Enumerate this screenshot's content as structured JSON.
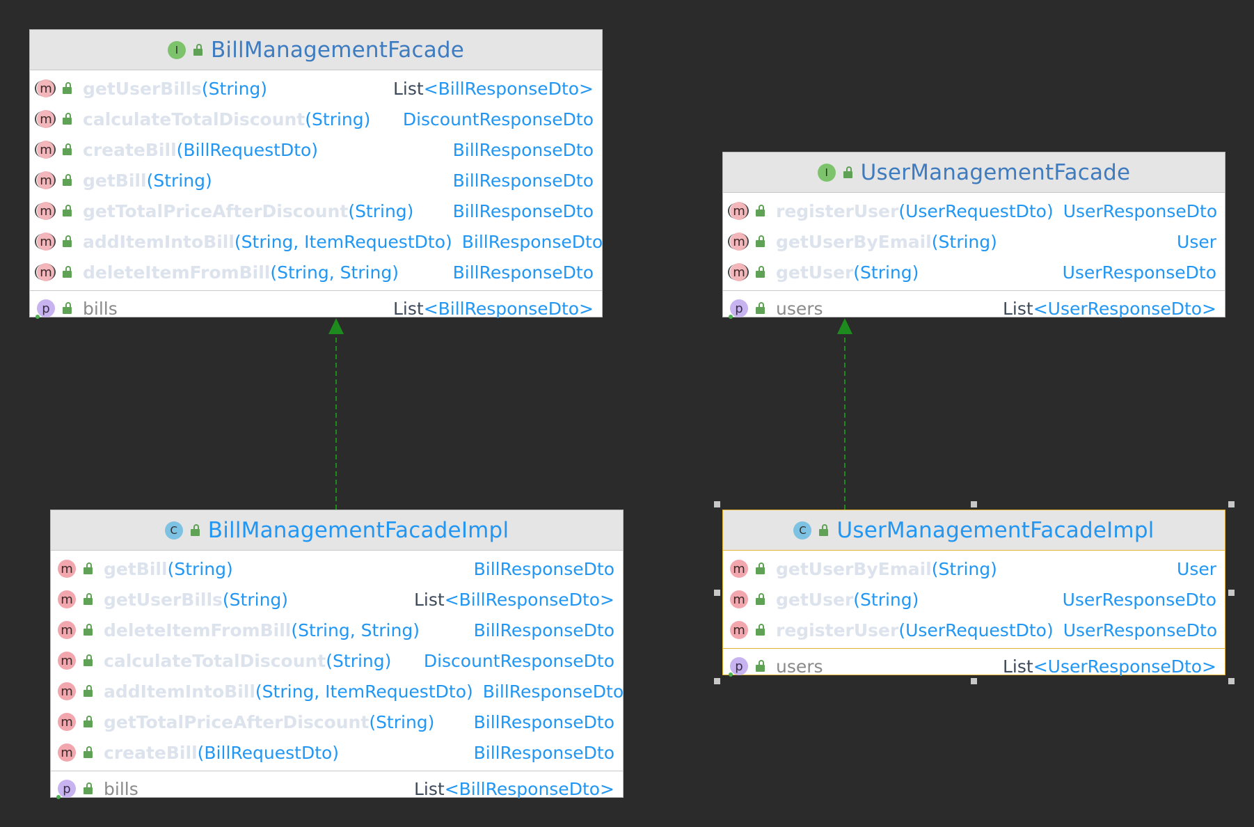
{
  "colors": {
    "background": "#2b2b2b",
    "interface_badge": "#7cc36b",
    "class_badge": "#7ec2e3",
    "method_badge": "#f1a7ad",
    "property_badge": "#c7b3f0",
    "type_blue": "#2196f3",
    "selection": "#e3b533",
    "arrow": "#1e8b1e"
  },
  "bill_facade": {
    "kind": "I",
    "name": "BillManagementFacade",
    "methods": [
      {
        "name": "getUserBills",
        "params": "(String)",
        "ret_prefix": "List",
        "ret_type": "<BillResponseDto>"
      },
      {
        "name": "calculateTotalDiscount",
        "params": "(String)",
        "ret_prefix": "",
        "ret_type": "DiscountResponseDto"
      },
      {
        "name": "createBill",
        "params": "(BillRequestDto)",
        "ret_prefix": "",
        "ret_type": "BillResponseDto"
      },
      {
        "name": "getBill",
        "params": "(String)",
        "ret_prefix": "",
        "ret_type": "BillResponseDto"
      },
      {
        "name": "getTotalPriceAfterDiscount",
        "params": "(String)",
        "ret_prefix": "",
        "ret_type": "BillResponseDto"
      },
      {
        "name": "addItemIntoBill",
        "params": "(String, ItemRequestDto)",
        "ret_prefix": "",
        "ret_type": "BillResponseDto"
      },
      {
        "name": "deleteItemFromBill",
        "params": "(String, String)",
        "ret_prefix": "",
        "ret_type": "BillResponseDto"
      }
    ],
    "fields": [
      {
        "badge": "p",
        "name": "bills",
        "ret_prefix": "List",
        "ret_type": "<BillResponseDto>"
      }
    ]
  },
  "user_facade": {
    "kind": "I",
    "name": "UserManagementFacade",
    "methods": [
      {
        "name": "registerUser",
        "params": "(UserRequestDto)",
        "ret_prefix": "",
        "ret_type": "UserResponseDto"
      },
      {
        "name": "getUserByEmail",
        "params": "(String)",
        "ret_prefix": "",
        "ret_type": "User"
      },
      {
        "name": "getUser",
        "params": "(String)",
        "ret_prefix": "",
        "ret_type": "UserResponseDto"
      }
    ],
    "fields": [
      {
        "badge": "p",
        "name": "users",
        "ret_prefix": "List",
        "ret_type": "<UserResponseDto>"
      }
    ]
  },
  "bill_impl": {
    "kind": "C",
    "name": "BillManagementFacadeImpl",
    "methods": [
      {
        "name": "getBill",
        "params": "(String)",
        "ret_prefix": "",
        "ret_type": "BillResponseDto"
      },
      {
        "name": "getUserBills",
        "params": "(String)",
        "ret_prefix": "List",
        "ret_type": "<BillResponseDto>"
      },
      {
        "name": "deleteItemFromBill",
        "params": "(String, String)",
        "ret_prefix": "",
        "ret_type": "BillResponseDto"
      },
      {
        "name": "calculateTotalDiscount",
        "params": "(String)",
        "ret_prefix": "",
        "ret_type": "DiscountResponseDto"
      },
      {
        "name": "addItemIntoBill",
        "params": "(String, ItemRequestDto)",
        "ret_prefix": "",
        "ret_type": "BillResponseDto"
      },
      {
        "name": "getTotalPriceAfterDiscount",
        "params": "(String)",
        "ret_prefix": "",
        "ret_type": "BillResponseDto"
      },
      {
        "name": "createBill",
        "params": "(BillRequestDto)",
        "ret_prefix": "",
        "ret_type": "BillResponseDto"
      }
    ],
    "fields": [
      {
        "badge": "p",
        "name": "bills",
        "ret_prefix": "List",
        "ret_type": "<BillResponseDto>"
      }
    ]
  },
  "user_impl": {
    "kind": "C",
    "name": "UserManagementFacadeImpl",
    "methods": [
      {
        "name": "getUserByEmail",
        "params": "(String)",
        "ret_prefix": "",
        "ret_type": "User"
      },
      {
        "name": "getUser",
        "params": "(String)",
        "ret_prefix": "",
        "ret_type": "UserResponseDto"
      },
      {
        "name": "registerUser",
        "params": "(UserRequestDto)",
        "ret_prefix": "",
        "ret_type": "UserResponseDto"
      }
    ],
    "fields": [
      {
        "badge": "p",
        "name": "users",
        "ret_prefix": "List",
        "ret_type": "<UserResponseDto>"
      }
    ]
  }
}
